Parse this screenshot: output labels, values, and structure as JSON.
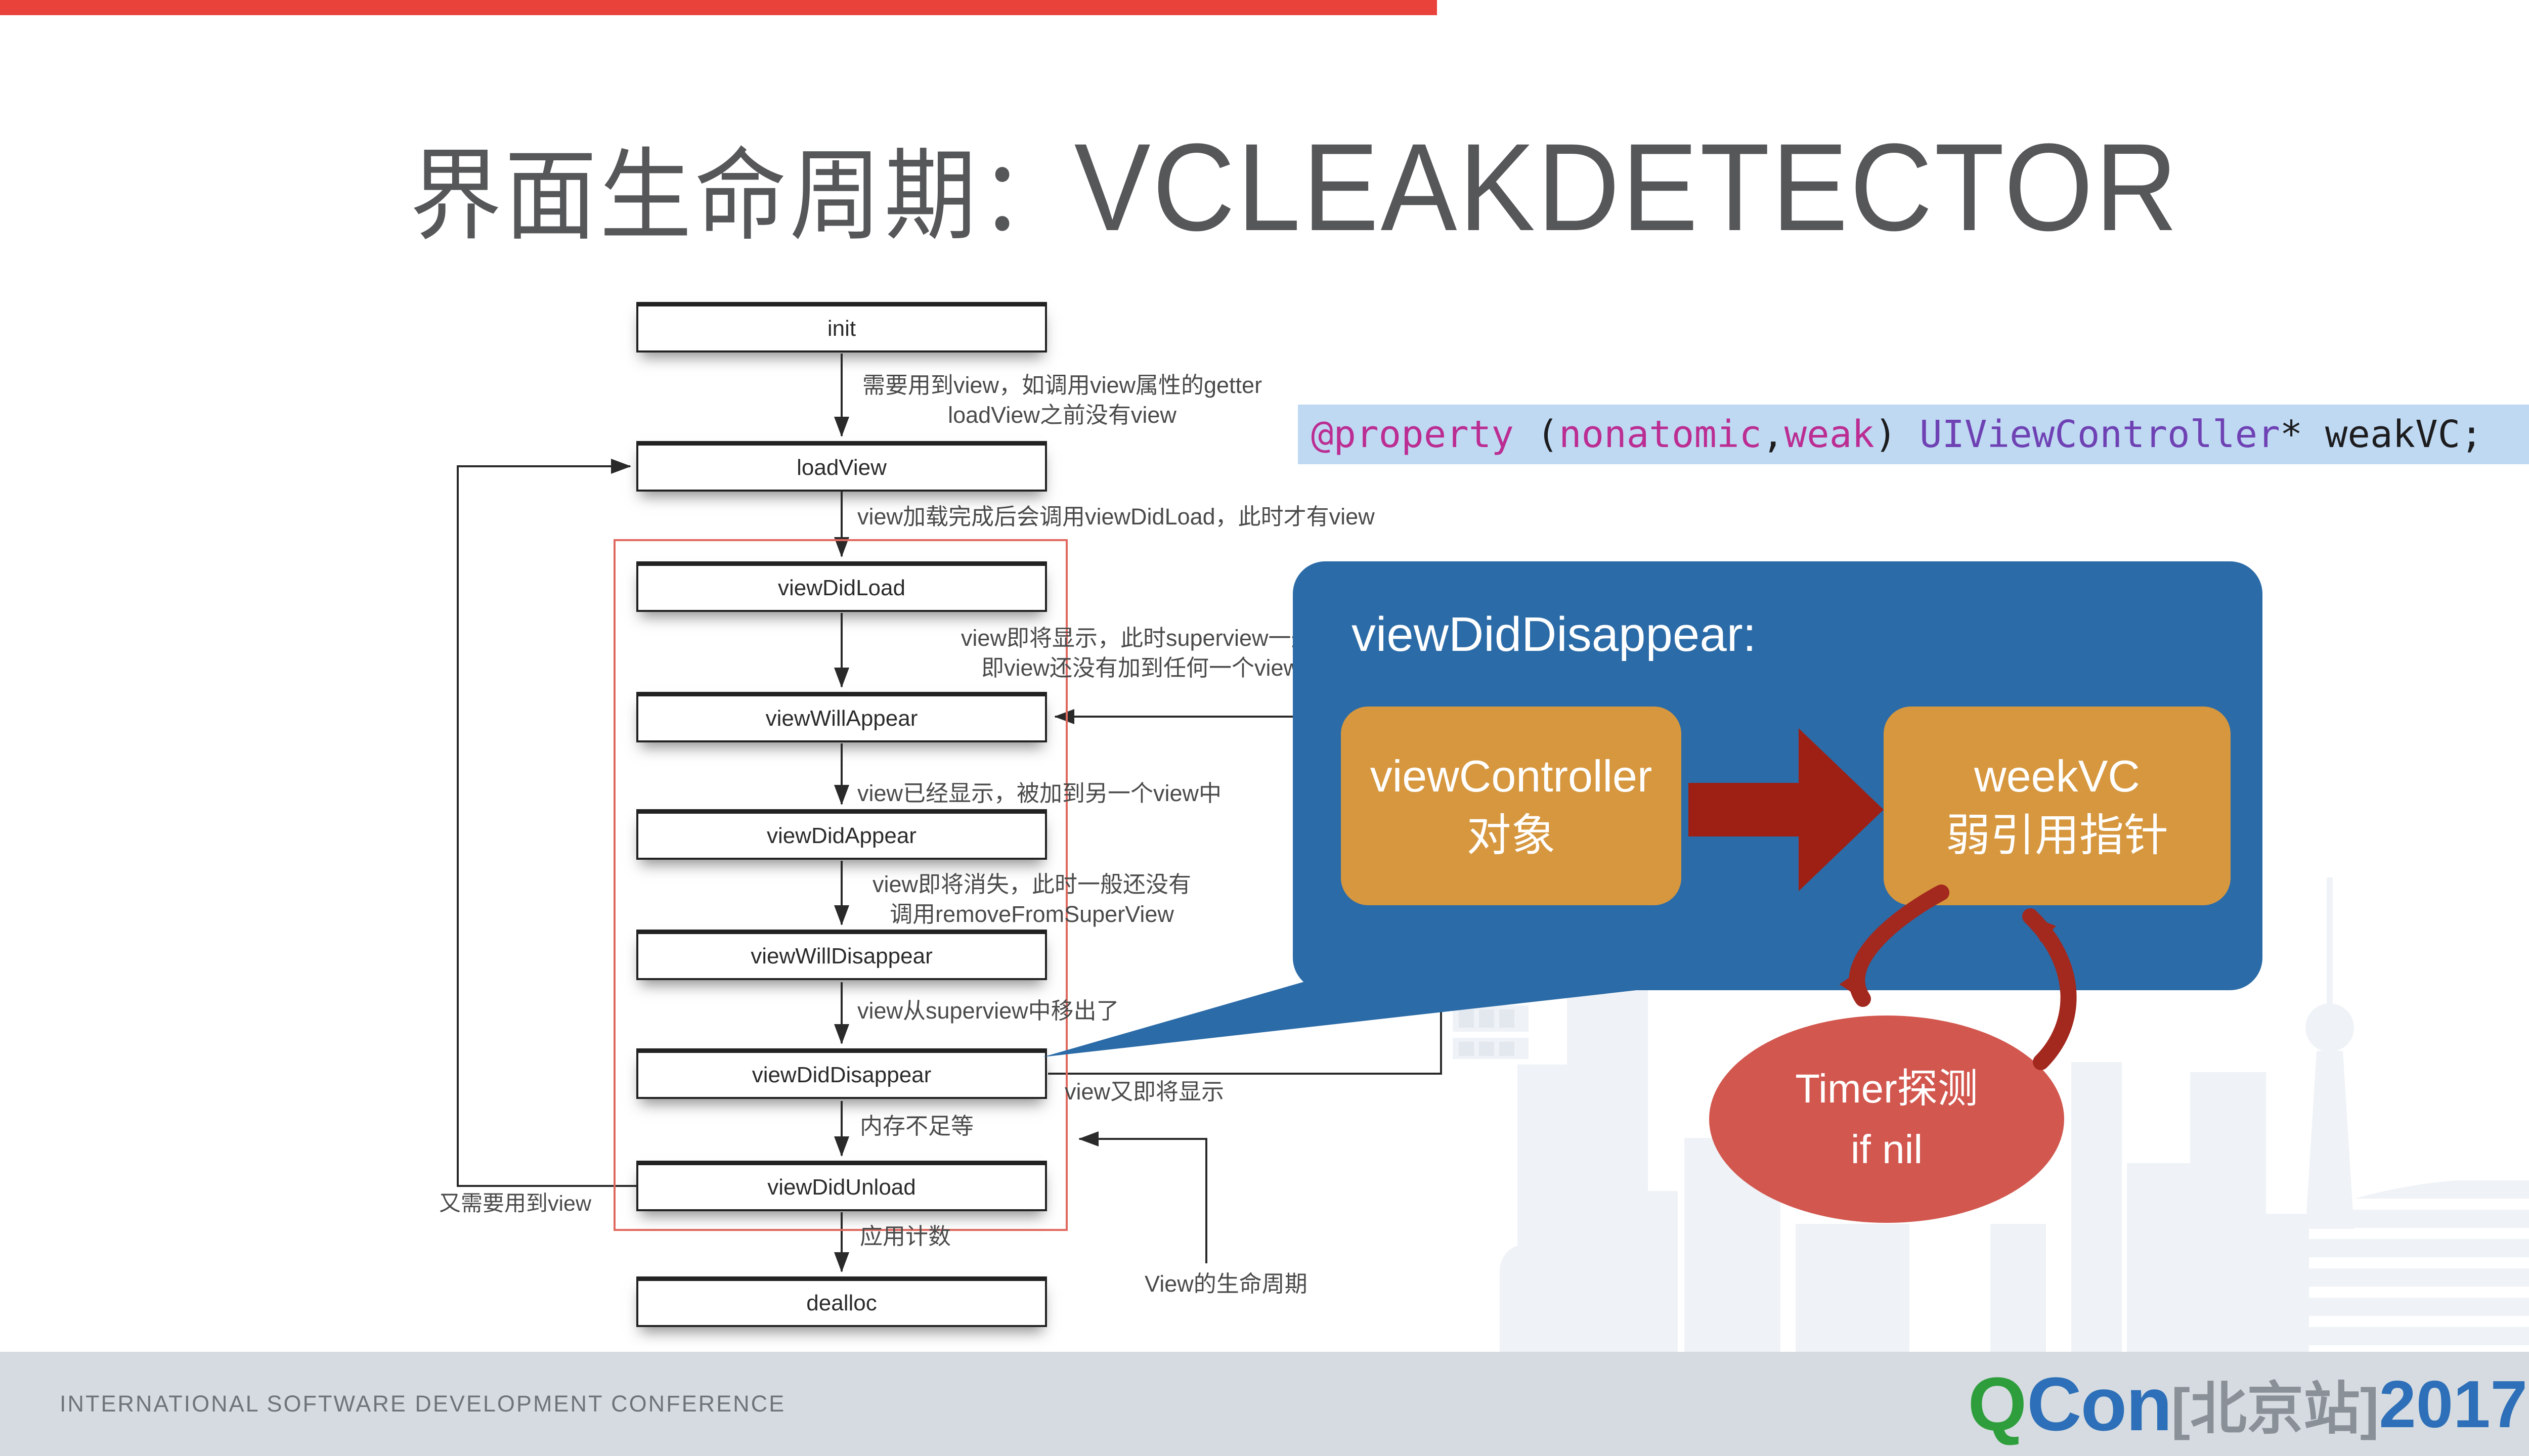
{
  "colors": {
    "red-bar": "#e8423b",
    "title-gray": "#565759",
    "code-bg": "#bfd9f3",
    "blue": "#2b6ba7",
    "orange": "#d6973f",
    "arrow-dark": "#9e2014",
    "curve-red": "#a3281e",
    "timer-red": "#d2574f",
    "flow-red": "#e0695f",
    "annotation": "#4a4a4a",
    "footer-bg": "#d5dbe0",
    "footer-text": "#6f747a",
    "logo-green": "#2e9e3c",
    "logo-blue": "#2d6fb8",
    "logo-gray": "#8a9097",
    "city": "#eff2f6",
    "city-dark": "#e3e8ef"
  },
  "title": {
    "zh": "界面生命周期：",
    "en": "VCLEAKDETECTOR"
  },
  "code": {
    "tokens": [
      {
        "text": "@property ",
        "color": "#bb2d92"
      },
      {
        "text": "(",
        "color": "#1d1d1f"
      },
      {
        "text": "nonatomic",
        "color": "#bb2d92"
      },
      {
        "text": ",",
        "color": "#1d1d1f"
      },
      {
        "text": "weak",
        "color": "#bb2d92"
      },
      {
        "text": ") ",
        "color": "#1d1d1f"
      },
      {
        "text": "UIViewController",
        "color": "#6f42b4"
      },
      {
        "text": "* weakVC;",
        "color": "#1d1d1f"
      }
    ]
  },
  "flowchart": {
    "nodes": [
      {
        "label": "init"
      },
      {
        "label": "loadView"
      },
      {
        "label": "viewDidLoad"
      },
      {
        "label": "viewWillAppear"
      },
      {
        "label": "viewDidAppear"
      },
      {
        "label": "viewWillDisappear"
      },
      {
        "label": "viewDidDisappear"
      },
      {
        "label": "viewDidUnload"
      },
      {
        "label": "dealloc"
      }
    ],
    "annotations": [
      {
        "lines": [
          "需要用到view，如调用view属性的getter",
          "loadView之前没有view"
        ]
      },
      {
        "lines": [
          "view加载完成后会调用viewDidLoad，此时才有view"
        ]
      },
      {
        "lines": [
          "view即将显示，此时superview一般为nil,",
          "即view还没有加到任何一个view之中"
        ]
      },
      {
        "lines": [
          "view已经显示，被加到另一个view中"
        ]
      },
      {
        "lines": [
          "view即将消失，此时一般还没有",
          "调用removeFromSuperView"
        ]
      },
      {
        "lines": [
          "view从superview中移出了"
        ]
      },
      {
        "lines": [
          "view又即将显示"
        ]
      },
      {
        "lines": [
          "内存不足等"
        ]
      },
      {
        "lines": [
          "又需要用到view"
        ]
      },
      {
        "lines": [
          "应用计数"
        ]
      },
      {
        "lines": [
          "View的生命周期"
        ]
      }
    ]
  },
  "callout": {
    "title": "viewDidDisappear:",
    "box1": {
      "line1": "viewController",
      "line2": "对象"
    },
    "box2": {
      "line1": "weekVC",
      "line2": "弱引用指针"
    }
  },
  "timer": {
    "line1": "Timer探测",
    "line2": "if nil"
  },
  "footer": {
    "left": "INTERNATIONAL SOFTWARE DEVELOPMENT CONFERENCE",
    "logo": {
      "q": "Q",
      "con": "Con",
      "station": "[北京站]",
      "year": "2017"
    }
  }
}
